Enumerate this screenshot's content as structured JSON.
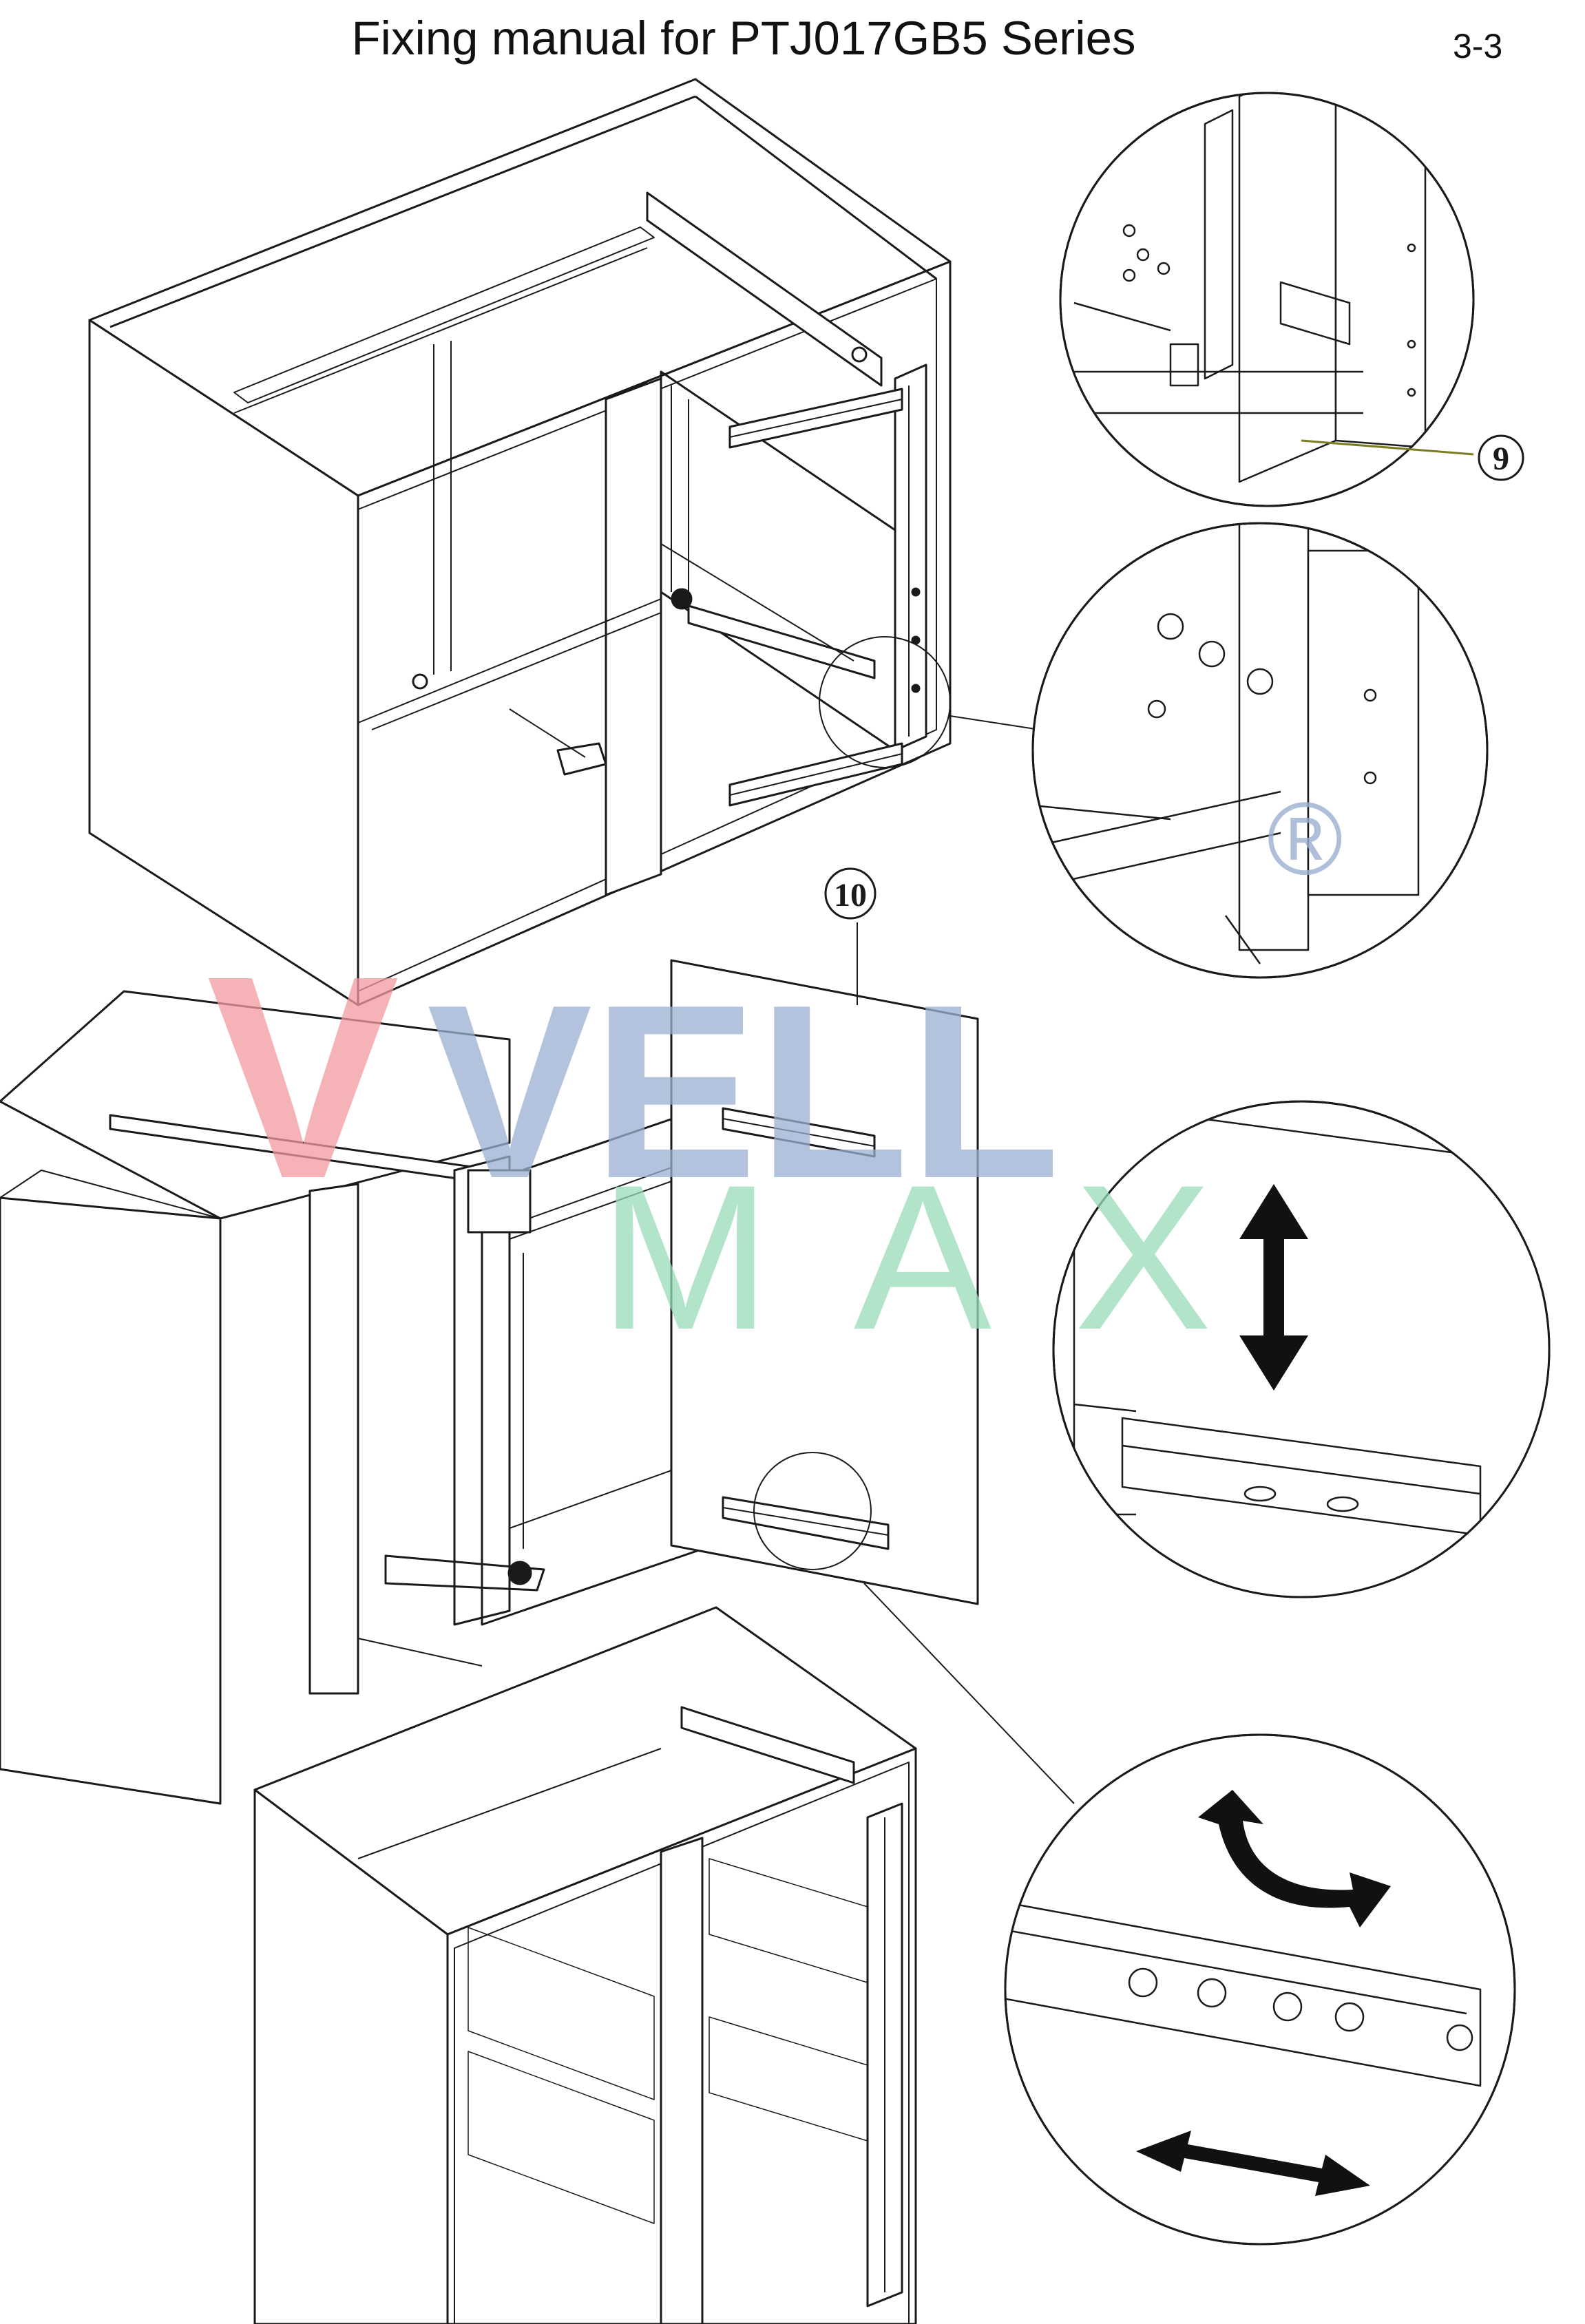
{
  "document": {
    "title": "Fixing manual for PTJ017GB5 Series",
    "page_number": "3-3"
  },
  "callouts": [
    {
      "id": "callout-9",
      "label": "9"
    },
    {
      "id": "callout-10",
      "label": "10"
    }
  ],
  "watermark": {
    "word_top": "VELL",
    "word_bottom": "MAX",
    "registered_mark": "®",
    "colors": {
      "v_red": "#f29aa0",
      "ell_blue": "#9cb0d2",
      "max_green": "#97dcb6"
    }
  }
}
